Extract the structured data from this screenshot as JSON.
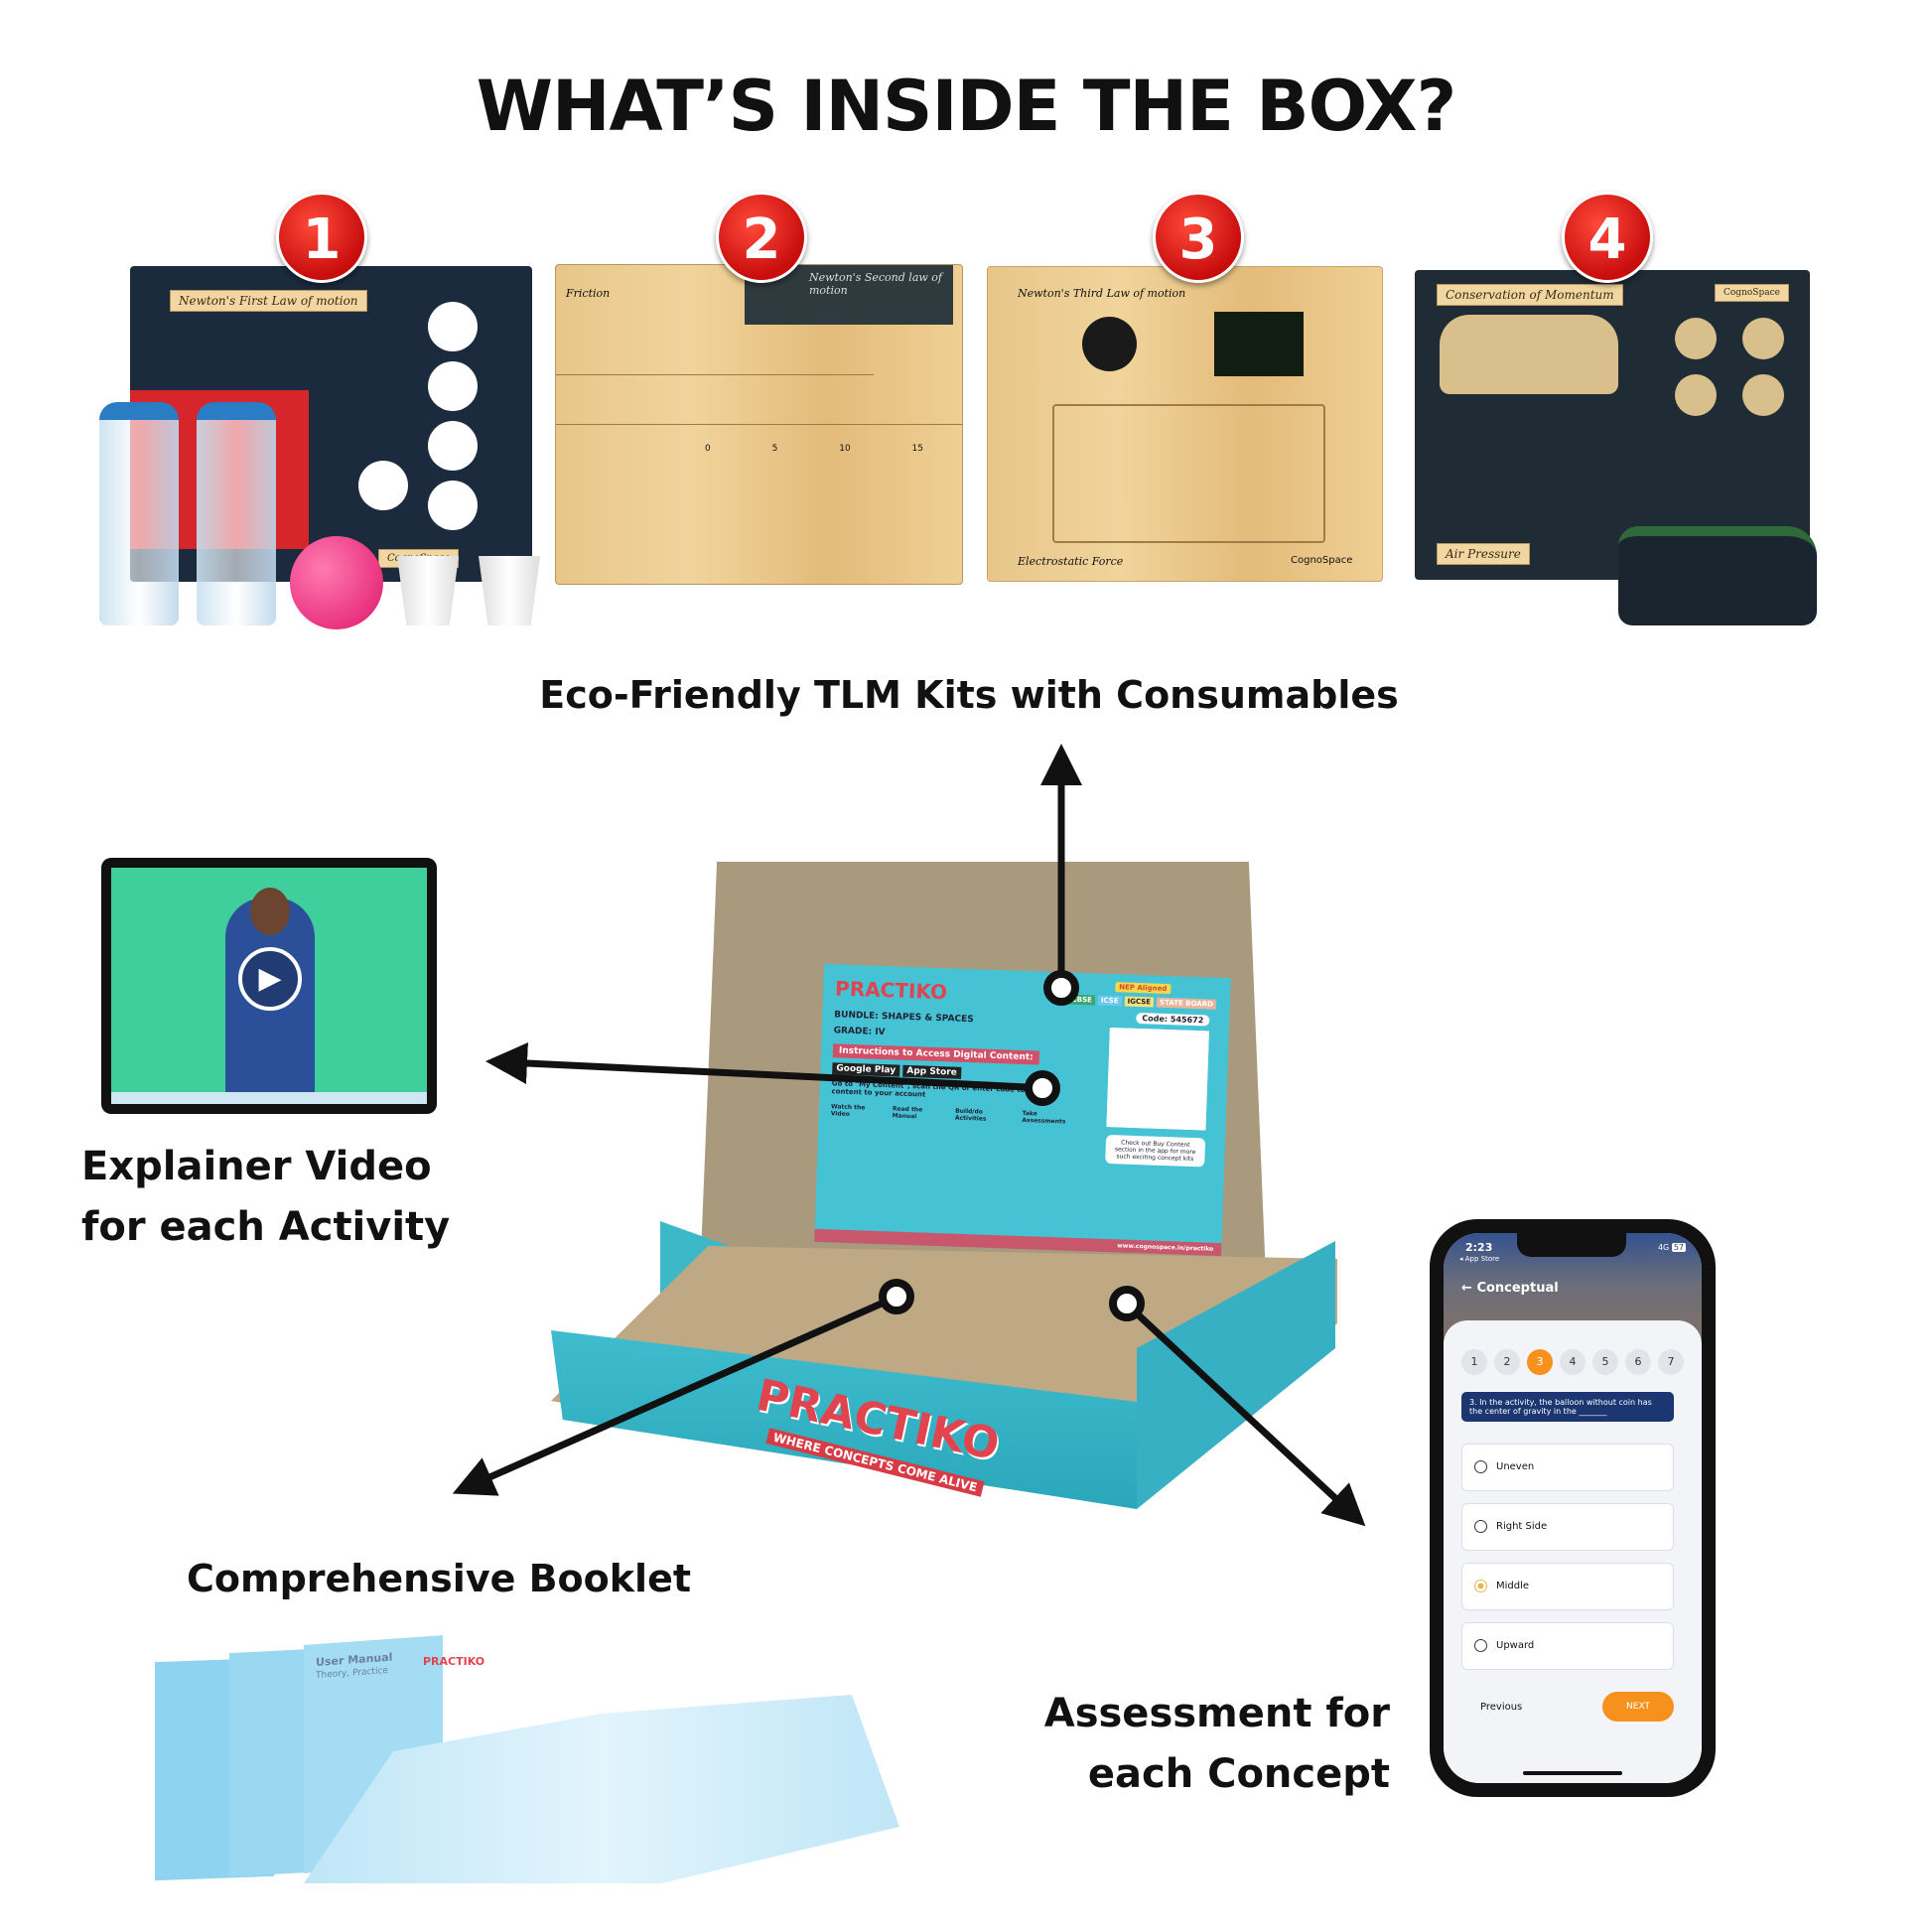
{
  "title": "WHAT’S INSIDE THE BOX?",
  "kits": [
    {
      "badge": "1",
      "plate": "Newton's First Law of motion",
      "brand": "CognoSpace"
    },
    {
      "badge": "2",
      "plate": "Newton's Second law of motion",
      "sub": "Friction",
      "scale": [
        "0",
        "5",
        "10",
        "15"
      ]
    },
    {
      "badge": "3",
      "plate": "Newton's Third Law of motion",
      "sub": "Electrostatic Force",
      "brand": "CognoSpace"
    },
    {
      "badge": "4",
      "plate": "Conservation of Momentum",
      "sub": "Air Pressure",
      "brand": "CognoSpace"
    }
  ],
  "kits_label": "Eco-Friendly TLM Kits with Consumables",
  "video_label": [
    "Explainer Video",
    "for each Activity"
  ],
  "booklet_label": "Comprehensive Booklet",
  "booklet": {
    "brand": "PRACTIKO",
    "cover": "User Manual",
    "cover_sub": "Theory, Practice"
  },
  "assessment_label": [
    "Assessment for",
    "each Concept"
  ],
  "box": {
    "brand": "PRACTIKO",
    "tagline": "WHERE CONCEPTS COME ALIVE",
    "card": {
      "bundle": "BUNDLE: SHAPES & SPACES",
      "grade": "GRADE: IV",
      "instructions": "Instructions to Access Digital Content:",
      "google": "Google Play",
      "apple": "App Store",
      "step_text": "Go to \"My Content\", scan the QR or enter code to add content to your account",
      "code": "Code: 545672",
      "boards": [
        "CBSE",
        "ICSE",
        "IGCSE",
        "STATE BOARD"
      ],
      "nep": "NEP Aligned",
      "steps": [
        "Watch the Video",
        "Read the Manual",
        "Build/do Activities",
        "Take Assessments"
      ],
      "buy": "Check out Buy Content section in the app for more such exciting concept kits",
      "website": "www.cognospace.in/practiko"
    }
  },
  "phone": {
    "time": "2:23",
    "back_app": "◂ App Store",
    "signal": "4G",
    "battery": "57",
    "header": "Conceptual",
    "questions": [
      "1",
      "2",
      "3",
      "4",
      "5",
      "6",
      "7"
    ],
    "active": "3",
    "question": "3. In the activity, the balloon without coin has the center of gravity in the _______",
    "options": [
      "Uneven",
      "Right Side",
      "Middle",
      "Upward"
    ],
    "selected": "Middle",
    "prev": "Previous",
    "next": "NEXT"
  },
  "colors": {
    "accent": "#f6911e",
    "badge": "#d0120f",
    "box": "#3cb8c8",
    "brand_red": "#e0454f"
  }
}
